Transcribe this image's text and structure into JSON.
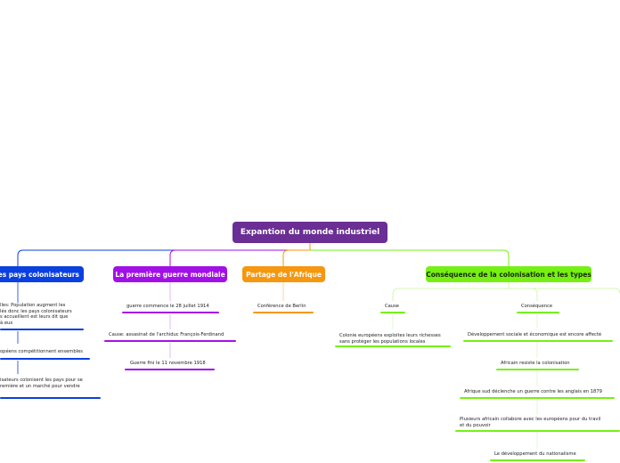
{
  "root": {
    "label": "Expantion du monde industriel"
  },
  "branches": {
    "colonisateurs": {
      "label": "les pays colonisateurs",
      "items": [
        "lles: Population augment les",
        "lés donc les pays colonisateurs",
        "s accueillent est leurs dit que",
        "à eux",
        "opéens compétitionnent ensembles",
        "isateurs colonisent les pays pour se",
        "remière et un marché pour vendre"
      ]
    },
    "guerre": {
      "label": "La première guerre mondiale",
      "items": [
        "guerre commence le 28 juillet 1914",
        "Cause: assasinat de l'archiduc François-Ferdinand",
        "Guerre fini le 11 novembre 1918"
      ]
    },
    "afrique": {
      "label": "Partage de l'Afrique",
      "items": [
        "Conférence de Berlin"
      ]
    },
    "consequence": {
      "label": "Conséquence de la colonisation et les types",
      "cause": {
        "label": "Cause",
        "items": [
          "Colonie européens exploites leurs richesses",
          "sans protéger les populations locales"
        ]
      },
      "consequence": {
        "label": "Conséquence",
        "items": [
          "Développement sociale et économique est encore affecté",
          "Africain resiste la colonisation",
          "Afrique sud déclenche un guerre contre les anglais en 1879",
          "Plusieurs africain collabore avec les européens pour du travil",
          "et du pouvoir",
          "Le développement du nationalisme"
        ]
      }
    }
  },
  "colors": {
    "root": "#6a2e94",
    "blue": "#0a3fe0",
    "purple": "#a210e8",
    "orange": "#f5970f",
    "green": "#76f013"
  }
}
